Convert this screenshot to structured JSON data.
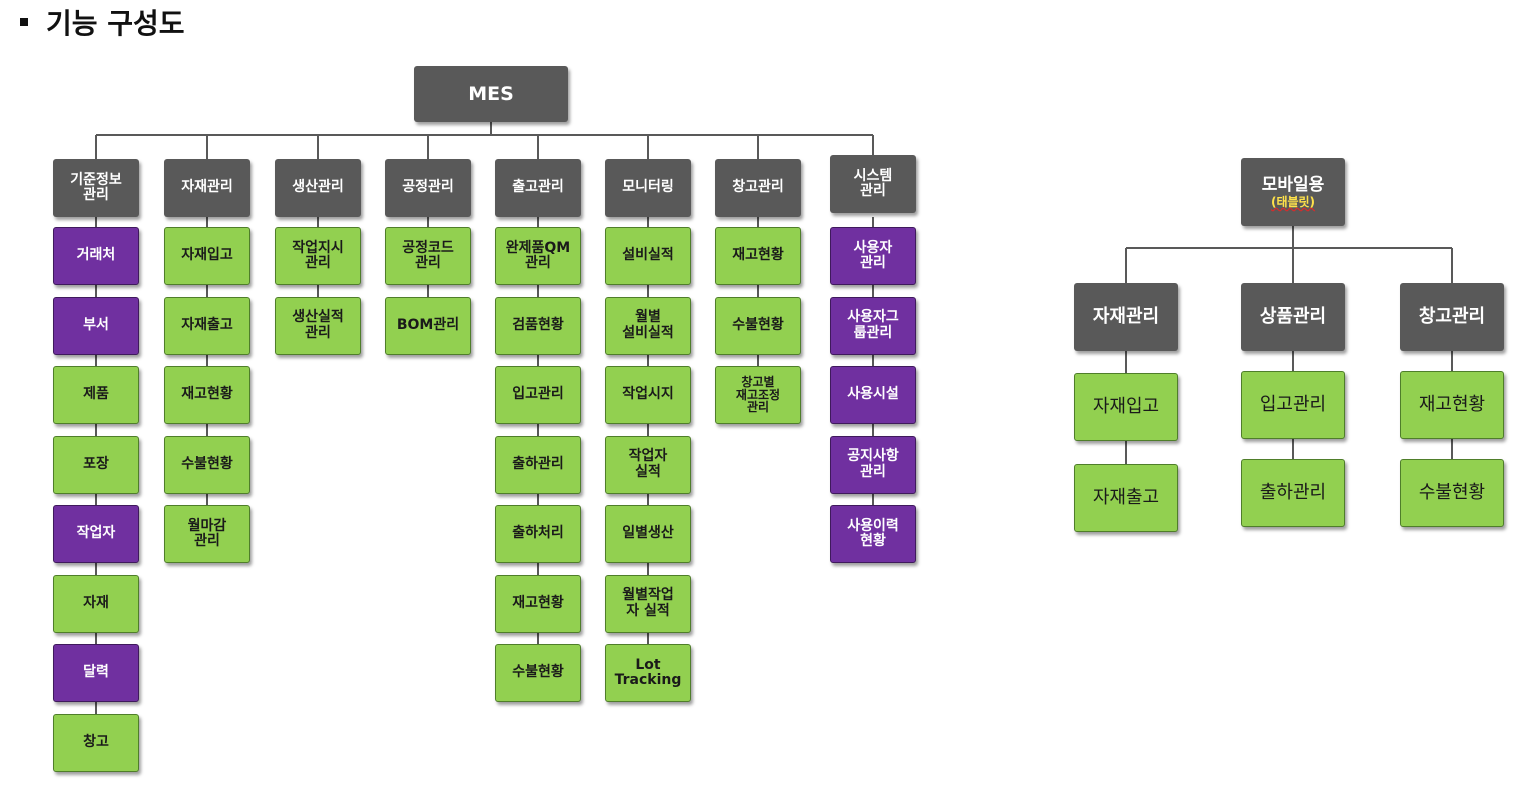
{
  "page": {
    "title": "기능 구성도"
  },
  "colors": {
    "header": "#595959",
    "green": "#92d050",
    "purple": "#7030a0",
    "line": "#595959",
    "annotation": "#ffe24a"
  },
  "mes": {
    "root": "MES",
    "columns": [
      {
        "header": "기준정보\n관리",
        "items": [
          {
            "label": "거래처",
            "style": "purple"
          },
          {
            "label": "부서",
            "style": "purple"
          },
          {
            "label": "제품",
            "style": "green"
          },
          {
            "label": "포장",
            "style": "green"
          },
          {
            "label": "작업자",
            "style": "purple"
          },
          {
            "label": "자재",
            "style": "green"
          },
          {
            "label": "달력",
            "style": "purple"
          },
          {
            "label": "창고",
            "style": "green"
          }
        ]
      },
      {
        "header": "자재관리",
        "items": [
          {
            "label": "자재입고",
            "style": "green"
          },
          {
            "label": "자재출고",
            "style": "green"
          },
          {
            "label": "재고현황",
            "style": "green"
          },
          {
            "label": "수불현황",
            "style": "green"
          },
          {
            "label": "월마감\n관리",
            "style": "green"
          }
        ]
      },
      {
        "header": "생산관리",
        "items": [
          {
            "label": "작업지시\n관리",
            "style": "green"
          },
          {
            "label": "생산실적\n관리",
            "style": "green"
          }
        ]
      },
      {
        "header": "공정관리",
        "items": [
          {
            "label": "공정코드\n관리",
            "style": "green"
          },
          {
            "label": "BOM관리",
            "style": "green"
          }
        ]
      },
      {
        "header": "출고관리",
        "items": [
          {
            "label": "완제품QM\n관리",
            "style": "green"
          },
          {
            "label": "검품현황",
            "style": "green"
          },
          {
            "label": "입고관리",
            "style": "green"
          },
          {
            "label": "출하관리",
            "style": "green"
          },
          {
            "label": "출하처리",
            "style": "green"
          },
          {
            "label": "재고현황",
            "style": "green"
          },
          {
            "label": "수불현황",
            "style": "green"
          }
        ]
      },
      {
        "header": "모니터링",
        "items": [
          {
            "label": "설비실적",
            "style": "green"
          },
          {
            "label": "월별\n설비실적",
            "style": "green"
          },
          {
            "label": "작업시지",
            "style": "green"
          },
          {
            "label": "작업자\n실적",
            "style": "green"
          },
          {
            "label": "일별생산",
            "style": "green"
          },
          {
            "label": "월별작업\n자 실적",
            "style": "green"
          },
          {
            "label": "Lot\nTracking",
            "style": "green"
          }
        ]
      },
      {
        "header": "창고관리",
        "items": [
          {
            "label": "재고현황",
            "style": "green"
          },
          {
            "label": "수불현황",
            "style": "green"
          },
          {
            "label": "창고별\n재고조정\n관리",
            "style": "green"
          }
        ]
      },
      {
        "header": "시스템\n관리",
        "items": [
          {
            "label": "사용자\n관리",
            "style": "purple"
          },
          {
            "label": "사용자그\n룹관리",
            "style": "purple"
          },
          {
            "label": "사용시설",
            "style": "purple"
          },
          {
            "label": "공지사항\n관리",
            "style": "purple"
          },
          {
            "label": "사용이력\n현황",
            "style": "purple"
          }
        ]
      }
    ]
  },
  "mobile": {
    "root": "모바일용",
    "root_sub": "(태블릿)",
    "columns": [
      {
        "header": "자재관리",
        "items": [
          {
            "label": "자재입고"
          },
          {
            "label": "자재출고"
          }
        ]
      },
      {
        "header": "상품관리",
        "items": [
          {
            "label": "입고관리"
          },
          {
            "label": "출하관리"
          }
        ]
      },
      {
        "header": "창고관리",
        "items": [
          {
            "label": "재고현황"
          },
          {
            "label": "수불현황"
          }
        ]
      }
    ]
  }
}
